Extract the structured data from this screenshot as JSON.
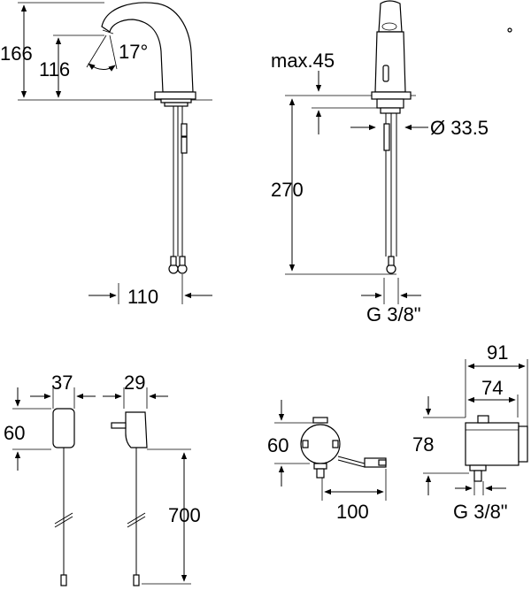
{
  "drawing": {
    "faucet_side": {
      "total_height": "166",
      "spout_height": "116",
      "spout_angle": "17°",
      "hose_spacing": "110"
    },
    "faucet_front": {
      "max_deck_thickness": "max.45",
      "hole_diameter": "Ø 33.5",
      "hose_length": "270",
      "connection_thread": "G 3/8\""
    },
    "power_supply": {
      "width_front": "37",
      "width_side": "29",
      "height": "60",
      "cable_length": "700"
    },
    "mixing_valve": {
      "height": "60",
      "cable_extent": "100"
    },
    "valve_box": {
      "outer_width": "91",
      "inner_width": "74",
      "height": "78",
      "connection_thread": "G 3/8\""
    }
  }
}
